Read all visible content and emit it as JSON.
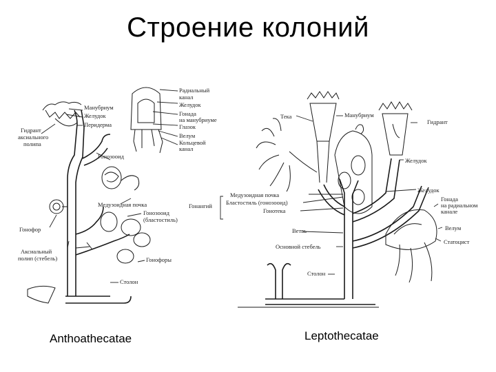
{
  "title": "Строение колоний",
  "left_diagram": {
    "caption": "Anthoathecatae",
    "labels": {
      "manubrium": "Манубриум",
      "stomach": "Желудок",
      "periderm": "Перидерма",
      "hydranth_1": "Гидрант",
      "hydranth_2": "аксиального",
      "hydranth_3": "полипа",
      "gonozooid": "Гонозооид",
      "radial_canal_1": "Радиальный",
      "radial_canal_2": "канал",
      "stomach_medusa": "Желудок",
      "gonad_1": "Гонада",
      "gonad_2": "на манубриуме",
      "eye": "Глазок",
      "velum": "Велум",
      "ring_canal_1": "Кольцевой",
      "ring_canal_2": "канал",
      "medusoid_bud": "Медузоидная почка",
      "gonozooid_b_1": "Гонозооид",
      "gonozooid_b_2": "(бластостиль)",
      "gonophore_left": "Гонофор",
      "axial_1": "Аксиальный",
      "axial_2": "полип (стебель)",
      "gonophore": "Гонофоры",
      "stolon": "Столон"
    }
  },
  "right_diagram": {
    "caption": "Leptothecatae",
    "labels": {
      "theca": "Тека",
      "manubrium": "Манубриум",
      "hydranth": "Гидрант",
      "stomach_1": "Желудок",
      "stomach_2": "Желудок",
      "gonangium": "Гонангий",
      "medusoid_bud": "Медузоидная почка",
      "blastostyle": "Бластостиль (гонозооид)",
      "gonotheca": "Гонотека",
      "branch": "Ветвь",
      "main_stem": "Основной стебель",
      "stolon": "Столон",
      "gonad_1": "Гонада",
      "gonad_2": "на радиальном",
      "gonad_3": "канале",
      "velum": "Велум",
      "statocyst": "Статоцист"
    }
  }
}
